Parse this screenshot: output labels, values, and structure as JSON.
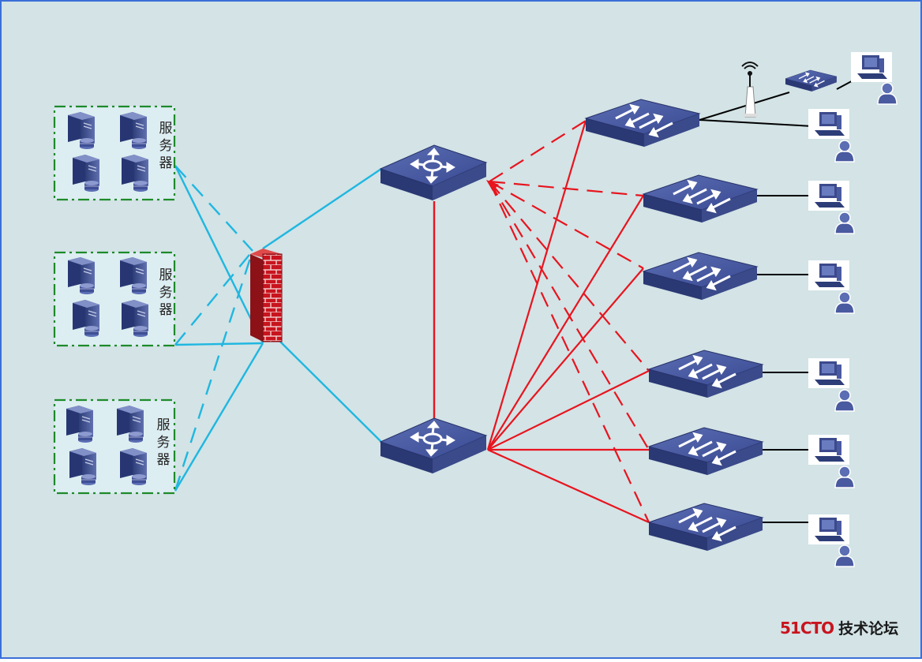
{
  "server_groups": [
    {
      "label": "服务器"
    },
    {
      "label": "服务器"
    },
    {
      "label": "服务器"
    }
  ],
  "colors": {
    "background": "#d3e3e6",
    "frame": "#3a6fd8",
    "server_link": "#1fb7e0",
    "access_link": "#e8141e",
    "host_link": "#000000",
    "device_body": "#3c4a8c",
    "firewall": "#c8141e",
    "group_border": "#1e8a2a"
  },
  "watermark": {
    "brand": "51CTO",
    "text": "技术论坛"
  }
}
